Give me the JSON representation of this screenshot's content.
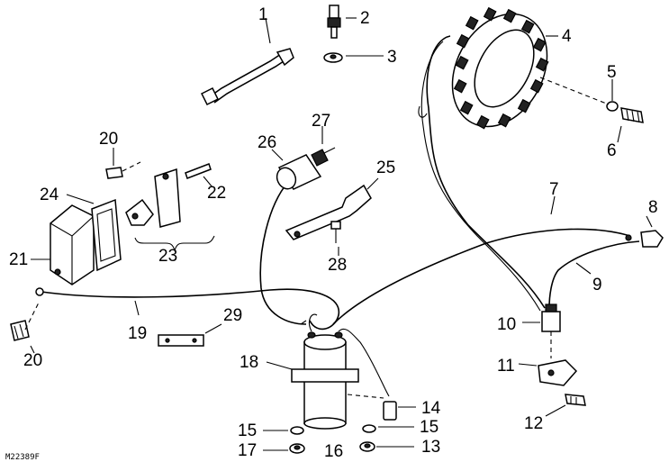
{
  "diagram": {
    "reference": "M22389F",
    "callouts": [
      "1",
      "2",
      "3",
      "4",
      "5",
      "6",
      "7",
      "8",
      "9",
      "10",
      "11",
      "12",
      "13",
      "14",
      "15",
      "15",
      "16",
      "17",
      "18",
      "19",
      "20",
      "20",
      "21",
      "22",
      "23",
      "24",
      "25",
      "26",
      "27",
      "28",
      "29"
    ]
  }
}
